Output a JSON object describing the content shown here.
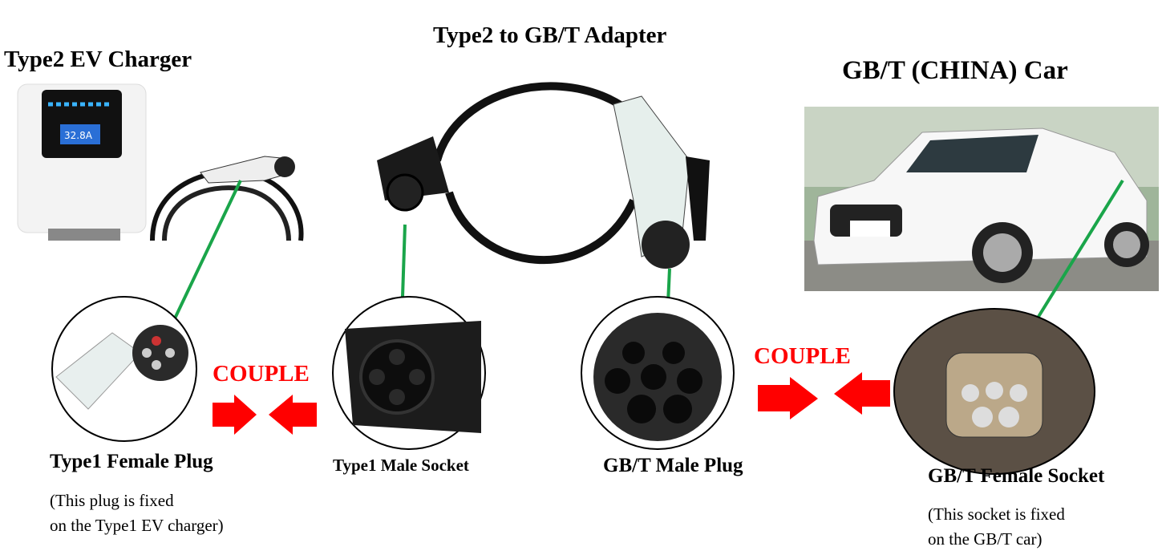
{
  "headings": {
    "charger": "Type2 EV Charger",
    "adapter": "Type2 to GB/T Adapter",
    "car": "GB/T (CHINA) Car"
  },
  "charger_display": "32.8A",
  "couple_labels": [
    "COUPLE",
    "COUPLE"
  ],
  "parts": {
    "type1_female_plug": {
      "label": "Type1 Female Plug",
      "note_line1": "(This plug is fixed",
      "note_line2": "on the Type1 EV charger)"
    },
    "type1_male_socket": {
      "label": "Type1 Male Socket"
    },
    "gbt_male_plug": {
      "label": "GB/T Male Plug"
    },
    "gbt_female_socket": {
      "label": "GB/T Female Socket",
      "note_line1": "(This socket is fixed",
      "note_line2": "on the GB/T car)"
    }
  },
  "colors": {
    "arrow": "#ff0000",
    "connector_line": "#1aa54a",
    "text": "#000000"
  }
}
